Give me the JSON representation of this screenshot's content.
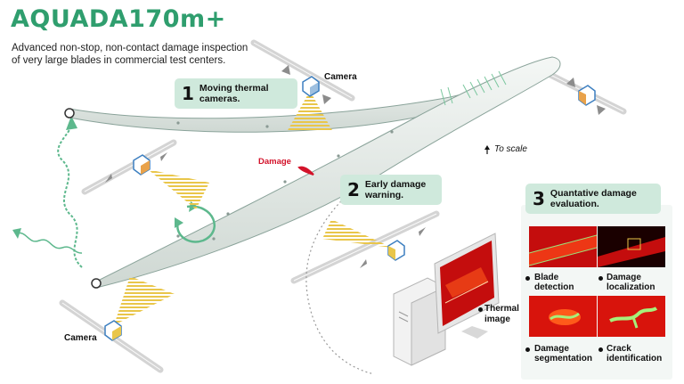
{
  "header": {
    "title": "AQUADA170m+",
    "subtitle_line1": "Advanced non-stop, non-contact damage inspection",
    "subtitle_line2": "of very large blades in commercial test centers."
  },
  "callouts": [
    {
      "num": "1",
      "line1": "Moving thermal",
      "line2": "cameras."
    },
    {
      "num": "2",
      "line1": "Early damage",
      "line2": "warning."
    },
    {
      "num": "3",
      "line1": "Quantative damage",
      "line2": "evaluation."
    }
  ],
  "labels": {
    "camera_top": "Camera",
    "camera_bottom": "Camera",
    "damage": "Damage",
    "to_scale": "To scale",
    "thermal_image_line1": "Thermal",
    "thermal_image_line2": "image"
  },
  "panels": [
    {
      "line1": "Blade",
      "line2": "detection"
    },
    {
      "line1": "Damage",
      "line2": "localization"
    },
    {
      "line1": "Damage",
      "line2": "segmentation"
    },
    {
      "line1": "Crack",
      "line2": "identification"
    }
  ],
  "colors": {
    "brand_green": "#2f9e6e",
    "callout_bg": "#cfe9dc",
    "beam_yellow": "#e9c64a",
    "damage_red": "#d3122a",
    "thermal_red": "#c40d0d",
    "rail_gray": "#c8c8c8",
    "camera_blue": "#3d7fc0"
  },
  "icons": [
    "camera-icon",
    "rotation-arrow-icon",
    "wave-arrow-icon",
    "computer-monitor-icon",
    "computer-tower-icon"
  ]
}
